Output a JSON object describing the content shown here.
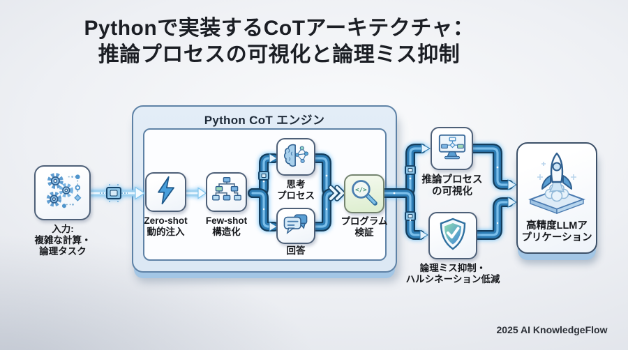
{
  "title": {
    "line1": "Pythonで実装するCoTアーキテクチャ：",
    "line2": "推論プロセスの可視化と論理ミス抑制"
  },
  "engine": {
    "title": "Python CoT エンジン"
  },
  "nodes": {
    "input": {
      "icon": "gears-circuit-icon",
      "label_lines": [
        "入力:",
        "複雑な計算・",
        "論理タスク"
      ]
    },
    "zero_shot": {
      "icon": "lightning-icon",
      "label_lines": [
        "Zero-shot",
        "動的注入"
      ]
    },
    "few_shot": {
      "icon": "hierarchy-tree-icon",
      "label_lines": [
        "Few-shot",
        "構造化"
      ]
    },
    "thought": {
      "icon": "brain-network-icon",
      "label_lines": [
        "思考",
        "プロセス"
      ]
    },
    "answer": {
      "icon": "chat-bubbles-icon",
      "label_lines": [
        "回答"
      ]
    },
    "verify": {
      "icon": "code-magnifier-icon",
      "label_lines": [
        "プログラム",
        "検証"
      ]
    },
    "visualization": {
      "icon": "flowchart-monitor-icon",
      "label_lines": [
        "推論プロセス",
        "の可視化"
      ]
    },
    "mitigation": {
      "icon": "shield-check-icon",
      "label_lines": [
        "論理ミス抑制・",
        "ハルシネーション低減"
      ]
    },
    "application": {
      "icon": "rocket-launch-icon",
      "label_lines": [
        "高精度LLMア",
        "プリケーション"
      ]
    }
  },
  "footer": {
    "credit": "2025 AI KnowledgeFlow"
  },
  "palette": {
    "bg_center": "#fafbfc",
    "bg_mid": "#eef0f4",
    "bg_edge": "#e2e5eb",
    "title_color": "#1b1e24",
    "label_color": "#16181c",
    "frame_border": "#5e82a6",
    "node_border": "#4e6078",
    "slab_blue": "#a3c6e5",
    "pipe_dark": "#143d5c",
    "pipe_mid": "#2d7db5",
    "pipe_light": "#7fc3ee",
    "beam_outer": "#9fd2f0",
    "beam_core": "#eaf7ff",
    "verify_fill": "#ddeecf",
    "accent_blue": "#4a9ad4",
    "shield_green": "#8fdcb0",
    "shield_blue": "#3f86d8"
  }
}
